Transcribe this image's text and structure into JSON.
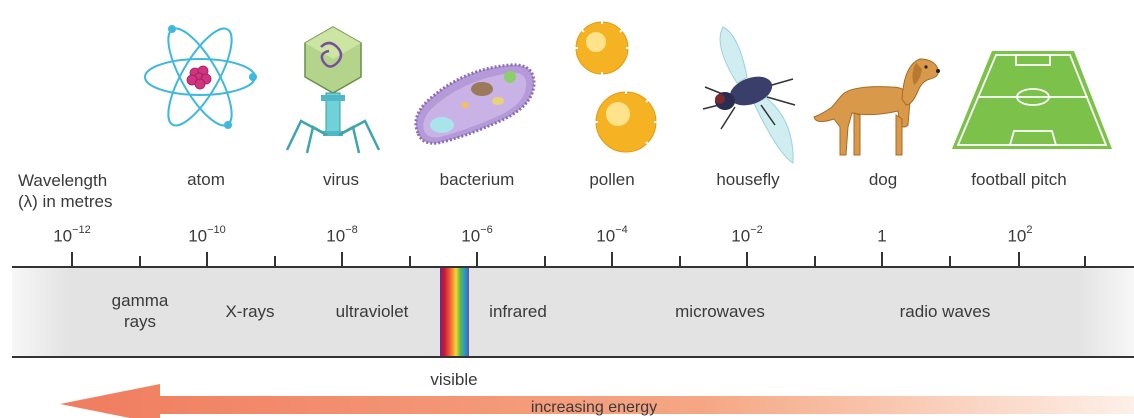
{
  "objects": [
    {
      "name": "atom",
      "label": "atom"
    },
    {
      "name": "virus",
      "label": "virus"
    },
    {
      "name": "bacterium",
      "label": "bacterium"
    },
    {
      "name": "pollen",
      "label": "pollen"
    },
    {
      "name": "housefly",
      "label": "housefly"
    },
    {
      "name": "dog",
      "label": "dog"
    },
    {
      "name": "football-pitch",
      "label": "football pitch"
    }
  ],
  "wavelength_label": {
    "line1": "Wavelength",
    "line2": "(λ) in metres"
  },
  "scale": [
    {
      "base": "10",
      "exp": "−12"
    },
    {
      "base": "10",
      "exp": "−10"
    },
    {
      "base": "10",
      "exp": "−8"
    },
    {
      "base": "10",
      "exp": "−6"
    },
    {
      "base": "10",
      "exp": "−4"
    },
    {
      "base": "10",
      "exp": "−2"
    },
    {
      "base": "1",
      "exp": ""
    },
    {
      "base": "10",
      "exp": "2"
    }
  ],
  "regions": {
    "gamma_line1": "gamma",
    "gamma_line2": "rays",
    "xrays": "X-rays",
    "ultraviolet": "ultraviolet",
    "infrared": "infrared",
    "microwaves": "microwaves",
    "radio": "radio waves"
  },
  "visible_label": "visible",
  "energy_label": "increasing energy",
  "colors": {
    "arrow": "#f08a6c",
    "band": "#e3e3e3",
    "line": "#333333"
  }
}
